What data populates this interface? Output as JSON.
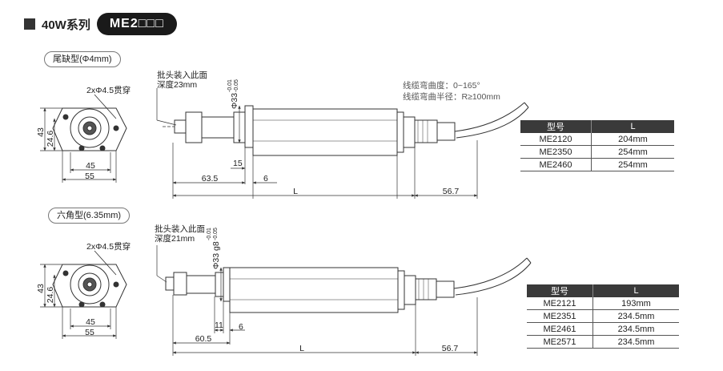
{
  "header": {
    "series_label": "40W系列",
    "model_label": "ME2□□□"
  },
  "section1": {
    "tag": "尾缺型(Φ4mm)",
    "hole_note": "2xΦ4.5贯穿",
    "bit_note_1": "批头装入此面",
    "bit_note_2": "深度23mm",
    "dia_label": "Φ33",
    "tol_upper": "-0.01",
    "tol_lower": "-0.05",
    "cable_note_1": "线缆弯曲度：0~165°",
    "cable_note_2": "线缆弯曲半径：R≥100mm",
    "dims": {
      "d43": "43",
      "d24_6": "24.6",
      "d45": "45",
      "d55": "55",
      "d15": "15",
      "d63_5": "63.5",
      "d6": "6",
      "dL": "L",
      "d56_7": "56.7"
    },
    "table": {
      "headers": [
        "型号",
        "L"
      ],
      "rows": [
        [
          "ME2120",
          "204mm"
        ],
        [
          "ME2350",
          "254mm"
        ],
        [
          "ME2460",
          "254mm"
        ]
      ]
    }
  },
  "section2": {
    "tag": "六角型(6.35mm)",
    "hole_note": "2xΦ4.5贯穿",
    "bit_note_1": "批头装入此面",
    "bit_note_2": "深度21mm",
    "dia_label": "Φ33 g8",
    "tol_upper": "-0.01",
    "tol_lower": "-0.05",
    "dims": {
      "d43": "43",
      "d24_6": "24.6",
      "d45": "45",
      "d55": "55",
      "d11": "11",
      "d60_5": "60.5",
      "d6": "6",
      "dL": "L",
      "d56_7": "56.7"
    },
    "table": {
      "headers": [
        "型号",
        "L"
      ],
      "rows": [
        [
          "ME2121",
          "193mm"
        ],
        [
          "ME2351",
          "234.5mm"
        ],
        [
          "ME2461",
          "234.5mm"
        ],
        [
          "ME2571",
          "234.5mm"
        ]
      ]
    }
  }
}
